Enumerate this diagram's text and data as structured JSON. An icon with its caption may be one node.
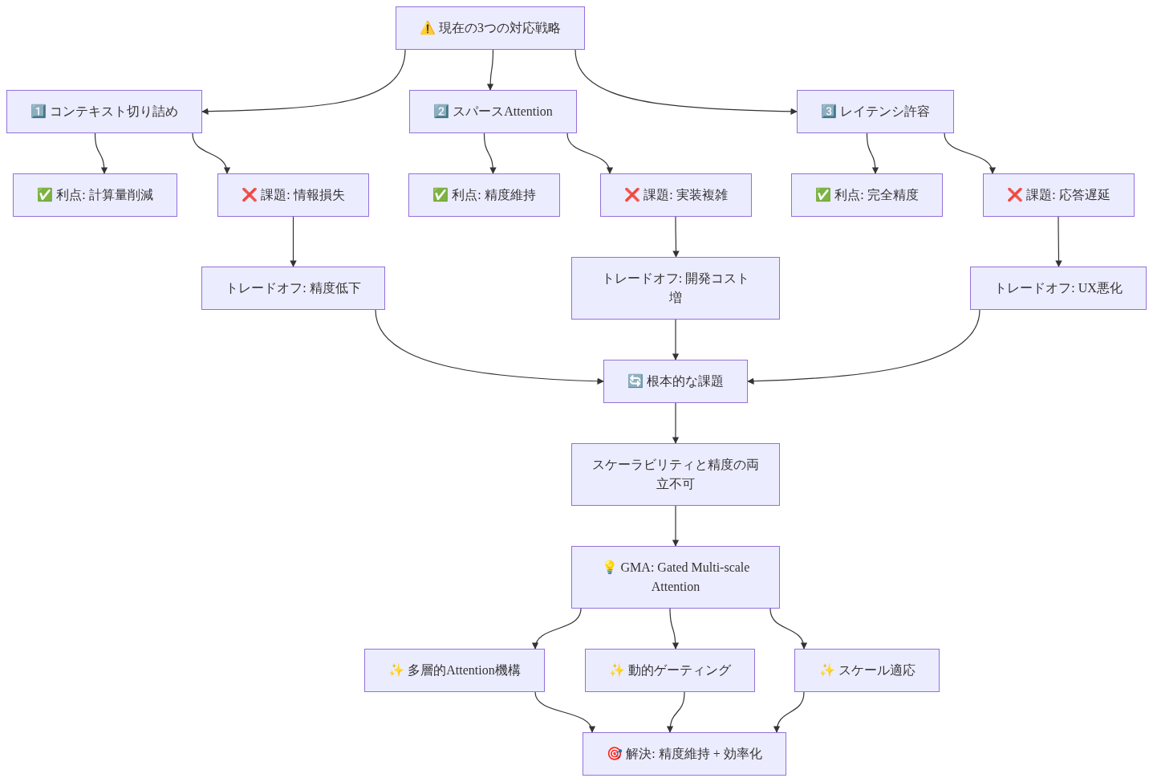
{
  "diagram": {
    "nodes": [
      {
        "text": [
          "⚠️ 現在の3つの対応戦略"
        ]
      },
      {
        "text": [
          "1️⃣ コンテキスト切り詰め"
        ]
      },
      {
        "text": [
          "2️⃣ スパースAttention"
        ]
      },
      {
        "text": [
          "3️⃣ レイテンシ許容"
        ]
      },
      {
        "text": [
          "✅ 利点: 計算量削減"
        ]
      },
      {
        "text": [
          "❌ 課題: 情報損失"
        ]
      },
      {
        "text": [
          "トレードオフ: 精度低下"
        ]
      },
      {
        "text": [
          "✅ 利点: 精度維持"
        ]
      },
      {
        "text": [
          "❌ 課題: 実装複雑"
        ]
      },
      {
        "text": [
          "トレードオフ: 開発コスト増"
        ]
      },
      {
        "text": [
          "✅ 利点: 完全精度"
        ]
      },
      {
        "text": [
          "❌ 課題: 応答遅延"
        ]
      },
      {
        "text": [
          "トレードオフ: UX悪化"
        ]
      },
      {
        "text": [
          "🔄 根本的な課題"
        ]
      },
      {
        "text": [
          "スケーラビリティと精度の両立不可"
        ]
      },
      {
        "text": [
          "💡 GMA: Gated Multi-scale Attention"
        ]
      },
      {
        "text": [
          "✨ 多層的Attention機構"
        ]
      },
      {
        "text": [
          "✨ 動的ゲーティング"
        ]
      },
      {
        "text": [
          "✨ スケール適応"
        ]
      },
      {
        "text": [
          "🎯 解決: 精度維持 + 効率化"
        ]
      }
    ],
    "edges": [
      {
        "from": 0,
        "to": 1,
        "arrow": "to"
      },
      {
        "from": 0,
        "to": 2,
        "arrow": "to"
      },
      {
        "from": 0,
        "to": 3,
        "arrow": "to"
      },
      {
        "from": 1,
        "to": 4,
        "arrow": "to"
      },
      {
        "from": 1,
        "to": 5,
        "arrow": "to"
      },
      {
        "from": 5,
        "to": 6,
        "arrow": "to"
      },
      {
        "from": 2,
        "to": 7,
        "arrow": "to"
      },
      {
        "from": 2,
        "to": 8,
        "arrow": "to"
      },
      {
        "from": 8,
        "to": 9,
        "arrow": "to"
      },
      {
        "from": 3,
        "to": 10,
        "arrow": "to"
      },
      {
        "from": 3,
        "to": 11,
        "arrow": "to"
      },
      {
        "from": 11,
        "to": 12,
        "arrow": "to"
      },
      {
        "from": 6,
        "to": 13,
        "arrow": "to"
      },
      {
        "from": 9,
        "to": 13,
        "arrow": "to"
      },
      {
        "from": 12,
        "to": 13,
        "arrow": "to"
      },
      {
        "from": 13,
        "to": 14,
        "arrow": "to"
      },
      {
        "from": 14,
        "to": 15,
        "arrow": "to"
      },
      {
        "from": 15,
        "to": 16,
        "arrow": "to"
      },
      {
        "from": 15,
        "to": 17,
        "arrow": "to"
      },
      {
        "from": 15,
        "to": 18,
        "arrow": "to"
      },
      {
        "from": 16,
        "to": 19,
        "arrow": "to"
      },
      {
        "from": 17,
        "to": 19,
        "arrow": "to"
      },
      {
        "from": 18,
        "to": 19,
        "arrow": "to"
      }
    ]
  }
}
